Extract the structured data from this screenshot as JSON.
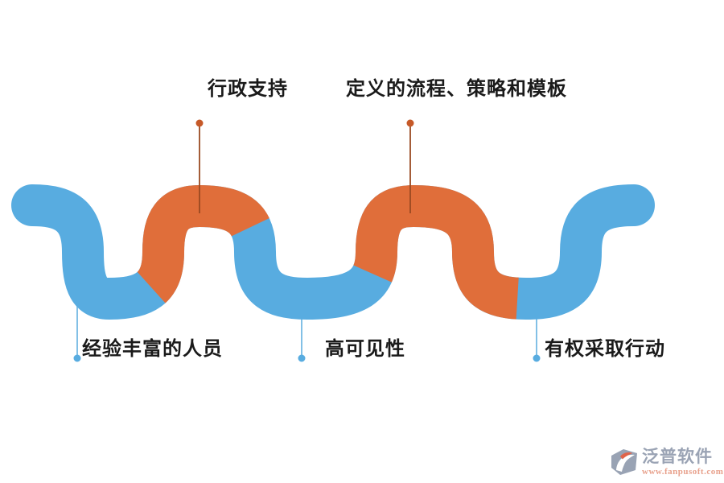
{
  "diagram": {
    "top_labels": [
      {
        "text": "行政支持"
      },
      {
        "text": "定义的流程、策略和模板"
      }
    ],
    "bottom_labels": [
      {
        "text": "经验丰富的人员"
      },
      {
        "text": "高可见性"
      },
      {
        "text": "有权采取行动"
      }
    ]
  },
  "colors": {
    "wave_blue": "#58ace0",
    "wave_orange": "#e06e3a",
    "top_marker_line": "#9a4a22",
    "top_marker_dot": "#c65928",
    "bottom_marker_line": "#74b9e4",
    "bottom_marker_dot": "#58ace0",
    "label_text": "#1a1a1a",
    "brand_text": "#9aa3b4",
    "brand_url": "#e8a18c",
    "brand_icon": "#99a3b4",
    "brand_icon_accent": "#e0644a"
  },
  "watermark": {
    "brand": "泛普软件",
    "url": "www.fanpusoft.com"
  }
}
